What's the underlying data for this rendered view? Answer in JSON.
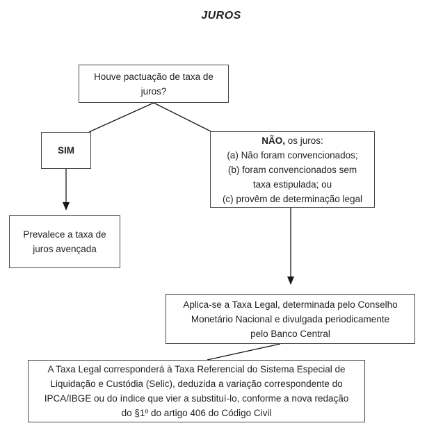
{
  "title": "JUROS",
  "colors": {
    "background": "#ffffff",
    "border": "#454545",
    "text": "#1f1f1f",
    "line": "#161616"
  },
  "boxes": {
    "question": {
      "lines": [
        "Houve pactuação de taxa de",
        "juros?"
      ]
    },
    "sim": {
      "label": "SIM"
    },
    "nao": {
      "lead_bold": "NÃO,",
      "lead_rest": " os juros:",
      "lines": [
        "(a) Não foram convencionados;",
        "(b) foram convencionados sem",
        "taxa estipulada; ou",
        "(c) provêm de determinação legal"
      ]
    },
    "prevalece": {
      "lines": [
        "Prevalece a taxa de",
        "juros avençada"
      ]
    },
    "taxa_legal": {
      "lines": [
        "Aplica-se a Taxa Legal, determinada pelo Conselho",
        "Monetário Nacional e divulgada periodicamente",
        "pelo Banco Central"
      ]
    },
    "selic": {
      "lines": [
        "A Taxa Legal corresponderá à Taxa Referencial do Sistema Especial de",
        "Liquidação e Custódia (Selic), deduzida a variação correspondente do",
        "IPCA/IBGE ou do índice que vier a substituí-lo, conforme a nova redação",
        "do §1º do artigo 406 do Código Civil"
      ]
    }
  }
}
